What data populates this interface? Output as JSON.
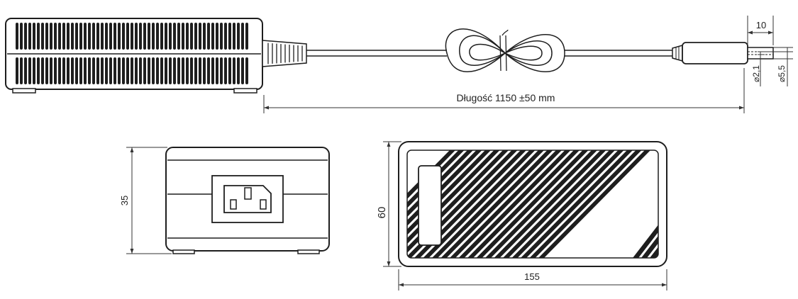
{
  "labels": {
    "cable_length": "Długość 1150 ±50 mm",
    "plug_length": "10",
    "pin_diameter": "⌀2,1",
    "plug_diameter": "⌀5,5",
    "height": "35",
    "width": "60",
    "length": "155"
  },
  "colors": {
    "line": "#1e1e1e",
    "dimension": "#333333",
    "fill": "#ffffff"
  }
}
